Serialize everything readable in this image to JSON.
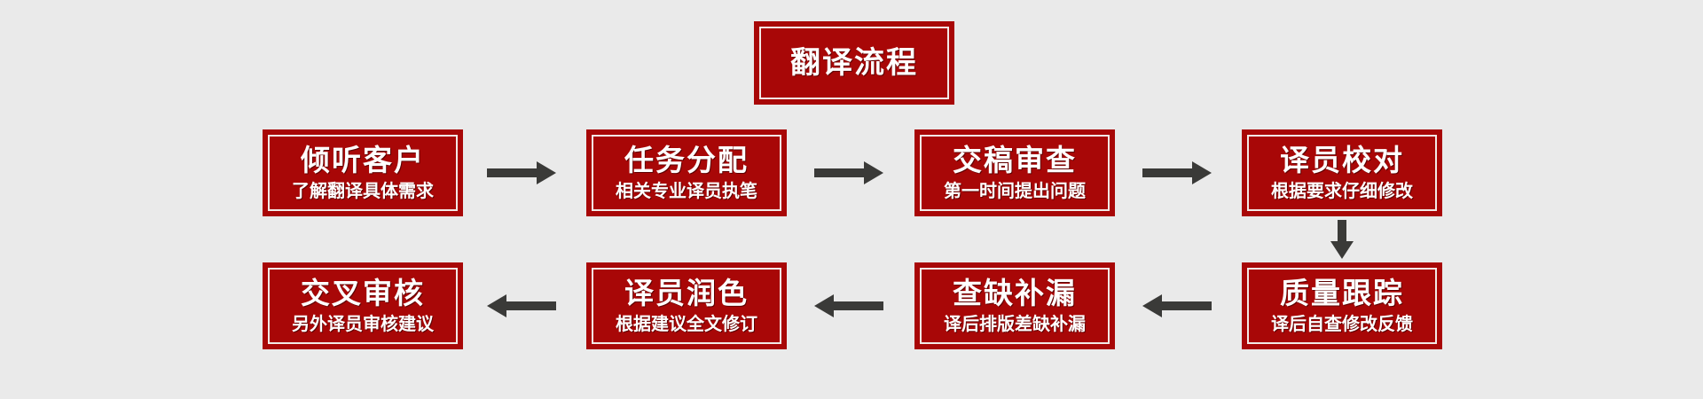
{
  "diagram": {
    "title": "翻译流程",
    "background_color": "#eaeaea",
    "box_color": "#a80707",
    "arrow_color": "#3a3a38",
    "text_color": "#ffffff",
    "row1": [
      {
        "title": "倾听客户",
        "subtitle": "了解翻译具体需求"
      },
      {
        "title": "任务分配",
        "subtitle": "相关专业译员执笔"
      },
      {
        "title": "交稿审查",
        "subtitle": "第一时间提出问题"
      },
      {
        "title": "译员校对",
        "subtitle": "根据要求仔细修改"
      }
    ],
    "row2": [
      {
        "title": "交叉审核",
        "subtitle": "另外译员审核建议"
      },
      {
        "title": "译员润色",
        "subtitle": "根据建议全文修订"
      },
      {
        "title": "查缺补漏",
        "subtitle": "译后排版差缺补漏"
      },
      {
        "title": "质量跟踪",
        "subtitle": "译后自查修改反馈"
      }
    ],
    "connectors": [
      {
        "name": "arrow-step1-to-step2",
        "direction": "right"
      },
      {
        "name": "arrow-step2-to-step3",
        "direction": "right"
      },
      {
        "name": "arrow-step3-to-step4",
        "direction": "right"
      },
      {
        "name": "arrow-step4-to-step5",
        "direction": "down"
      },
      {
        "name": "arrow-step5-to-step6",
        "direction": "left"
      },
      {
        "name": "arrow-step6-to-step7",
        "direction": "left"
      },
      {
        "name": "arrow-step7-to-step8",
        "direction": "left"
      }
    ]
  }
}
